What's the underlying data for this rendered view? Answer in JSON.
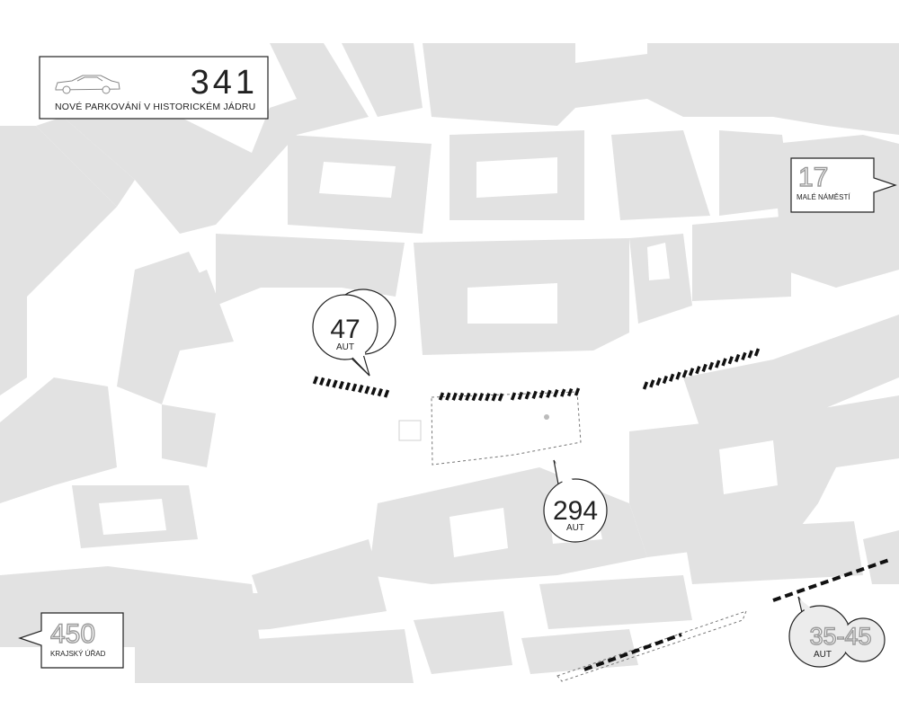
{
  "summary": {
    "total": "341",
    "caption": "NOVÉ PARKOVÁNÍ V HISTORICKÉM JÁDRU",
    "icon": "car-icon"
  },
  "callouts": {
    "c47": {
      "value": "47",
      "unit": "AUT"
    },
    "c294": {
      "value": "294",
      "unit": "AUT"
    },
    "c17": {
      "value": "17",
      "label": "MALÉ NÁMĚSTÍ"
    },
    "c450": {
      "value": "450",
      "label": "KRAJSKÝ ÚŘAD"
    },
    "c3545": {
      "value": "35-45",
      "unit": "AUT"
    }
  },
  "colors": {
    "buildings": "#e2e2e2",
    "ink": "#222222",
    "outline": "#9a9a9a"
  }
}
